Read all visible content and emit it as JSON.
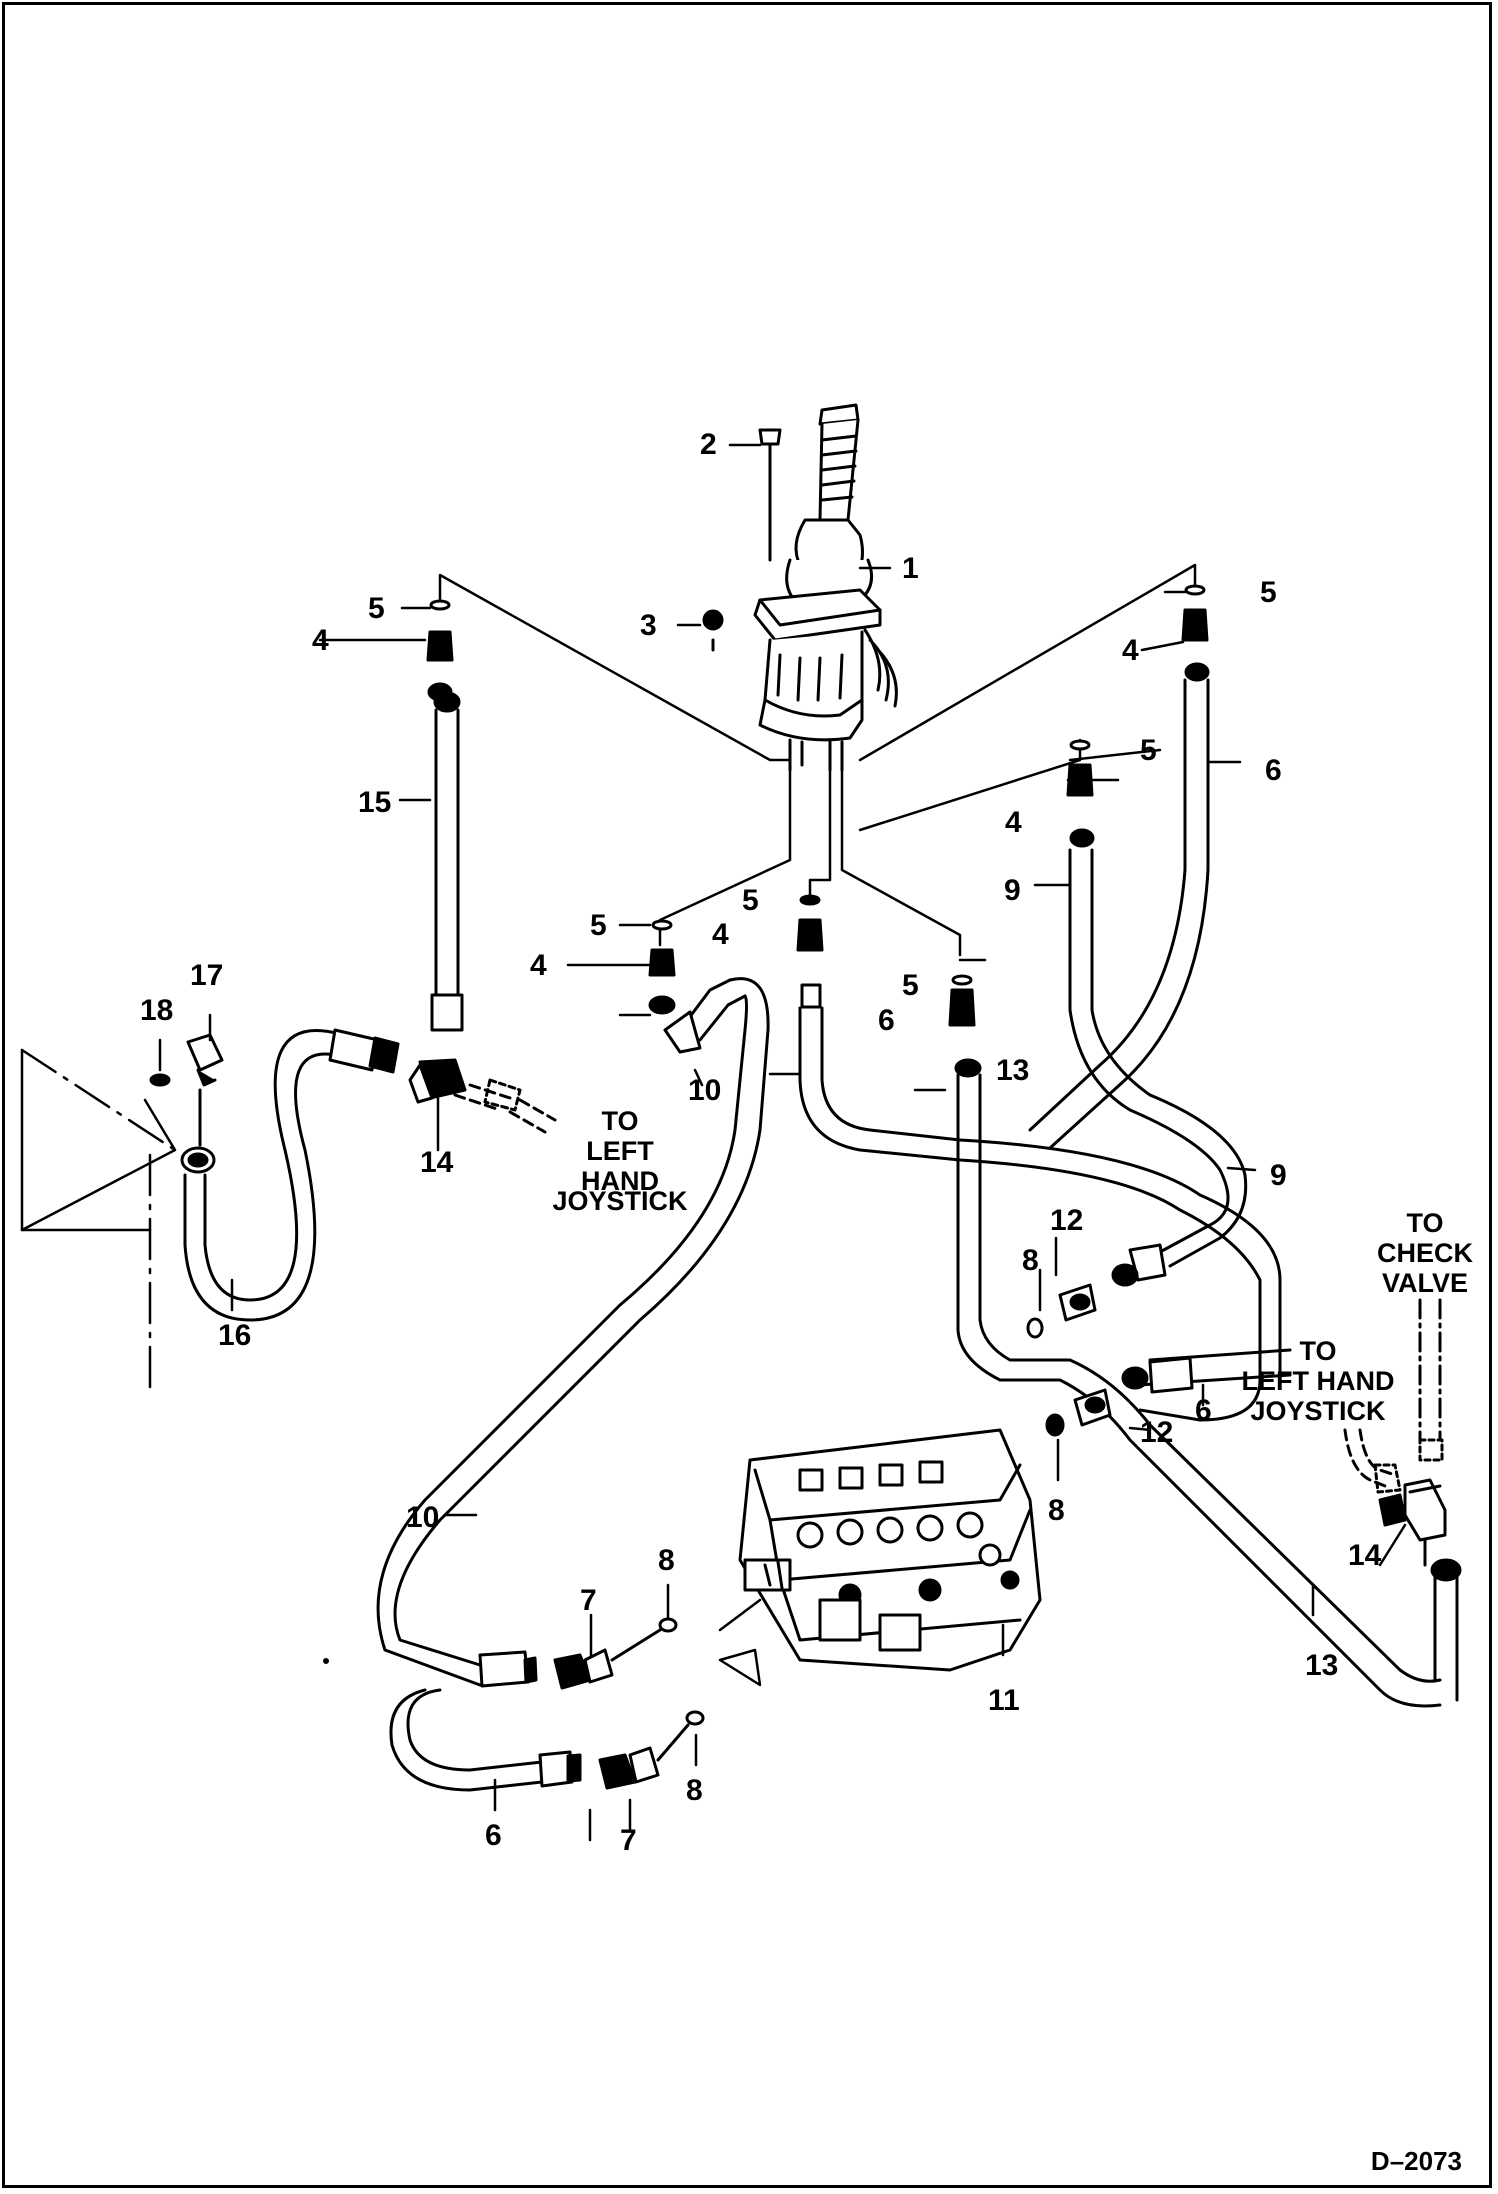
{
  "diagram": {
    "drawing_code": "D–2073",
    "part_callouts": [
      "1",
      "2",
      "3",
      "4",
      "4",
      "4",
      "4",
      "4",
      "5",
      "5",
      "5",
      "5",
      "5",
      "5",
      "6",
      "6",
      "6",
      "6",
      "7",
      "7",
      "8",
      "8",
      "8",
      "8",
      "9",
      "9",
      "10",
      "10",
      "11",
      "12",
      "12",
      "13",
      "13",
      "14",
      "14",
      "15",
      "16",
      "17",
      "18"
    ],
    "notes": {
      "left_hand_joystick_a": [
        "TO",
        "LEFT",
        "HAND",
        "JOYSTICK"
      ],
      "check_valve": [
        "TO",
        "CHECK",
        "VALVE"
      ],
      "left_hand_joystick_b": [
        "TO",
        "LEFT HAND",
        "JOYSTICK"
      ]
    }
  },
  "colors": {
    "ink": "#000000",
    "paper": "#ffffff"
  }
}
